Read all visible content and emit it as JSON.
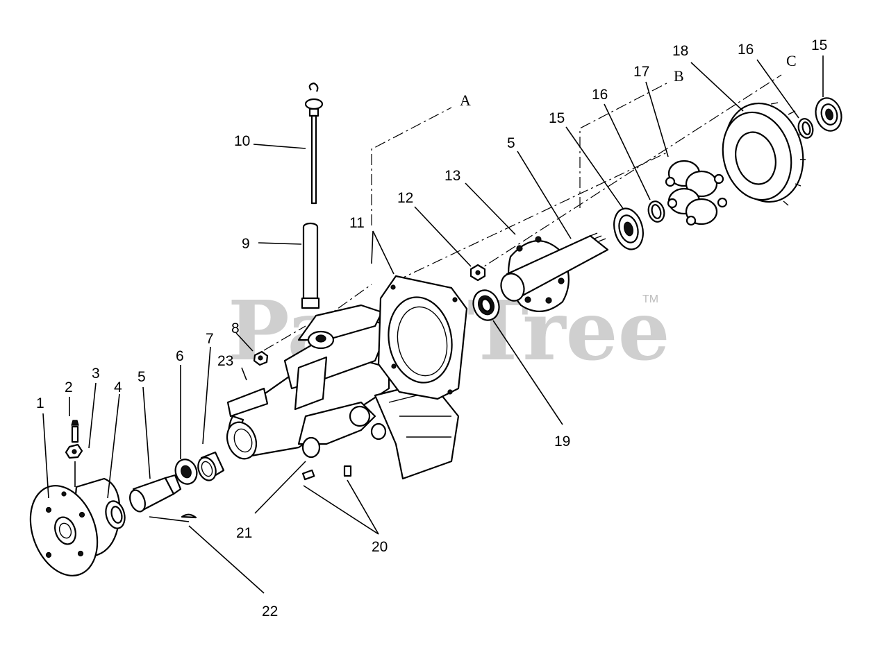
{
  "watermark": {
    "text": "PartsTree",
    "tm": "TM"
  },
  "callouts": [
    "1",
    "2",
    "3",
    "4",
    "5",
    "6",
    "7",
    "8",
    "9",
    "10",
    "11",
    "12",
    "13",
    "5",
    "15",
    "16",
    "17",
    "18",
    "16",
    "15",
    "19",
    "20",
    "21",
    "22",
    "23"
  ],
  "axes": [
    "A",
    "B",
    "C"
  ],
  "colors": {
    "ink": "#000000",
    "paper": "#ffffff",
    "watermark": "#cfcfcf"
  }
}
